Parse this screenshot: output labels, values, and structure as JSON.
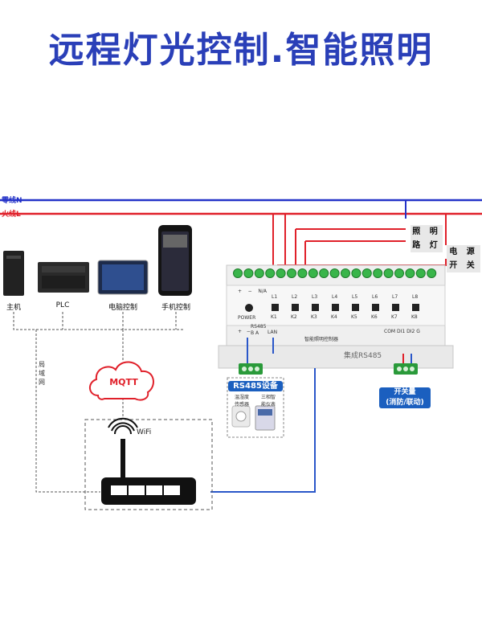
{
  "title": "远程灯光控制.智能照明",
  "wires": {
    "neutral": "零线N",
    "live": "火线L",
    "neutral_color": "#2433c8",
    "live_color": "#e0202a"
  },
  "devices": {
    "host": "主机",
    "plc": "PLC",
    "panel": "电脑控制",
    "phone": "手机控制"
  },
  "network": {
    "lan_label": "局\n域\n网",
    "mqtt": "MQTT",
    "wifi": "WiFi"
  },
  "loads": {
    "lighting": "照明路灯",
    "lighting_line1": "照 明",
    "lighting_line2": "路 灯",
    "power_switch_line1": "电 源",
    "power_switch_line2": "开 关"
  },
  "module": {
    "power": "POWER",
    "name_plate": "智能照明控制器",
    "brand": "集成RS485",
    "terminal_top": [
      "+",
      "−",
      "N/A"
    ],
    "channels": [
      "L1",
      "L2",
      "L3",
      "L4",
      "L5",
      "L6",
      "L7",
      "L8"
    ],
    "relays": [
      "K1",
      "K2",
      "K3",
      "K4",
      "K5",
      "K6",
      "K7",
      "K8"
    ],
    "bottom_left": [
      "+",
      "−"
    ],
    "rs485": "RS485",
    "rs485_ab": "B  A",
    "lan_port": "LAN",
    "di_labels": "COM  DI1  DI2  G"
  },
  "rs485_devices": {
    "title": "RS485设备",
    "sensor": "温湿度\n传感器",
    "meter": "三相智\n能仪表"
  },
  "switch_input": {
    "line1": "开关量",
    "line2": "(消防/联动)"
  }
}
